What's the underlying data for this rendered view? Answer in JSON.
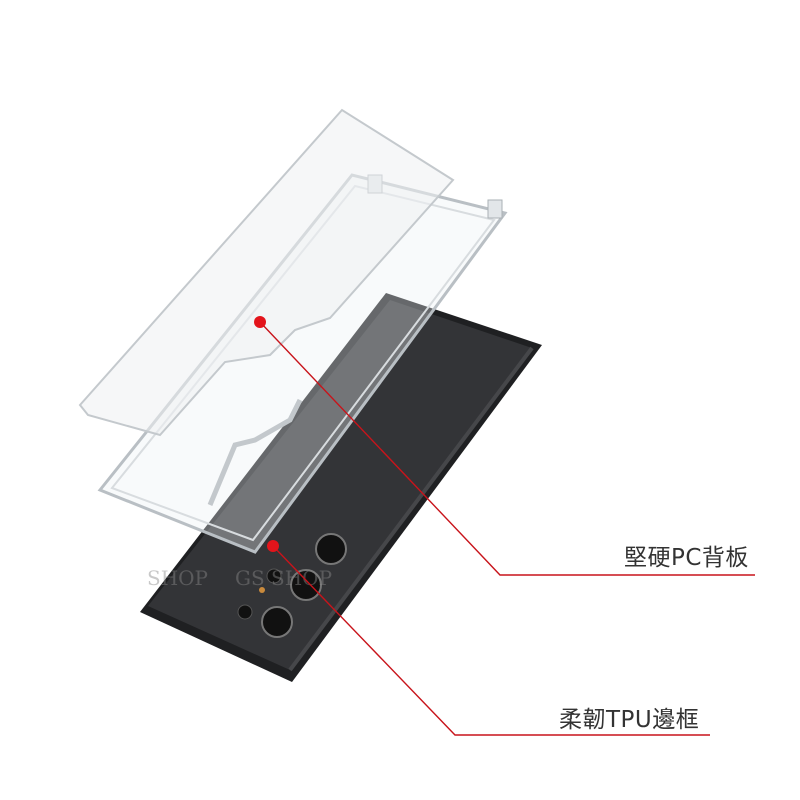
{
  "callouts": [
    {
      "label": "堅硬PC背板",
      "dot_color": "#e3141b"
    },
    {
      "label": "柔韌TPU邊框",
      "dot_color": "#e3141b"
    }
  ],
  "watermark": "GS SHOP",
  "colors": {
    "accent": "#e3141b",
    "phone": "#2b2c2e",
    "text": "#333333"
  }
}
